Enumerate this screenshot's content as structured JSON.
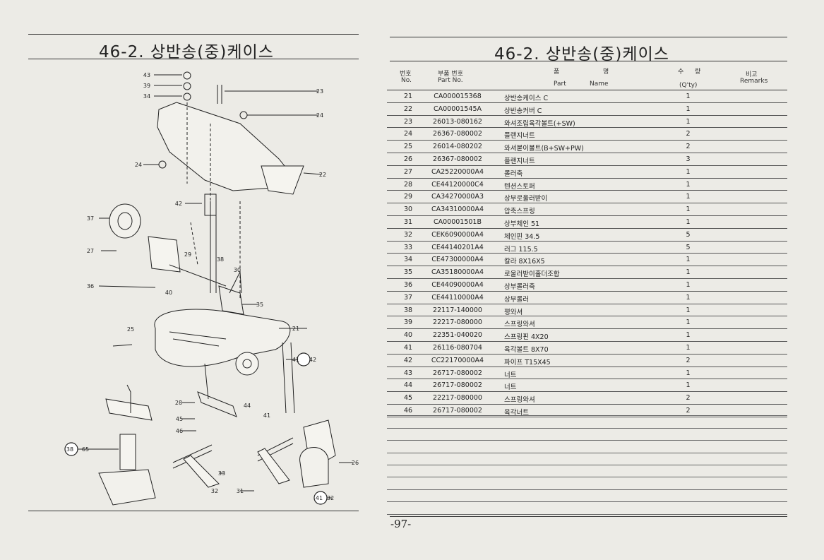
{
  "left_page": {
    "title": "46-2. 상반송(중)케이스"
  },
  "right_page": {
    "title": "46-2. 상반송(중)케이스",
    "page_number": "-97-"
  },
  "table": {
    "headers": {
      "no_ko": "번호",
      "no_en": "No.",
      "part_no_ko": "부품 번호",
      "part_no_en": "Part No.",
      "name_ko_1": "품",
      "name_ko_2": "명",
      "name_en_1": "Part",
      "name_en_2": "Name",
      "qty_ko_1": "수",
      "qty_ko_2": "량",
      "qty_en": "(Q'ty)",
      "remarks_ko": "비고",
      "remarks_en": "Remarks"
    },
    "rows": [
      {
        "no": "21",
        "part_no": "CA000015368",
        "name": "상반송케이스 C",
        "qty": "1"
      },
      {
        "no": "22",
        "part_no": "CA00001545A",
        "name": "상반송커버 C",
        "qty": "1"
      },
      {
        "no": "23",
        "part_no": "26013-080162",
        "name": "와셔조립육각볼트(+SW)",
        "qty": "1"
      },
      {
        "no": "24",
        "part_no": "26367-080002",
        "name": "플랜지너트",
        "qty": "2"
      },
      {
        "no": "25",
        "part_no": "26014-080202",
        "name": "와셔붙이볼트(B+SW+PW)",
        "qty": "2"
      },
      {
        "no": "26",
        "part_no": "26367-080002",
        "name": "플랜지너트",
        "qty": "3"
      },
      {
        "no": "27",
        "part_no": "CA25220000A4",
        "name": "롤러축",
        "qty": "1"
      },
      {
        "no": "28",
        "part_no": "CE44120000C4",
        "name": "텐션스토퍼",
        "qty": "1"
      },
      {
        "no": "29",
        "part_no": "CA34270000A3",
        "name": "상부로울러받이",
        "qty": "1"
      },
      {
        "no": "30",
        "part_no": "CA34310000A4",
        "name": "압축스프링",
        "qty": "1"
      },
      {
        "no": "31",
        "part_no": "CA00001501B",
        "name": "상부체인 51",
        "qty": "1"
      },
      {
        "no": "32",
        "part_no": "CEK6090000A4",
        "name": "체인핀 34.5",
        "qty": "5"
      },
      {
        "no": "33",
        "part_no": "CE44140201A4",
        "name": "러그 115.5",
        "qty": "5"
      },
      {
        "no": "34",
        "part_no": "CE47300000A4",
        "name": "칼라 8X16X5",
        "qty": "1"
      },
      {
        "no": "35",
        "part_no": "CA35180000A4",
        "name": "로울러받이홀더조합",
        "qty": "1"
      },
      {
        "no": "36",
        "part_no": "CE44090000A4",
        "name": "상부롤러축",
        "qty": "1"
      },
      {
        "no": "37",
        "part_no": "CE44110000A4",
        "name": "상부롤러",
        "qty": "1"
      },
      {
        "no": "38",
        "part_no": "22117-140000",
        "name": "평와셔",
        "qty": "1"
      },
      {
        "no": "39",
        "part_no": "22217-080000",
        "name": "스프링와셔",
        "qty": "1"
      },
      {
        "no": "40",
        "part_no": "22351-040020",
        "name": "스프링핀 4X20",
        "qty": "1"
      },
      {
        "no": "41",
        "part_no": "26116-080704",
        "name": "육각볼트 8X70",
        "qty": "1"
      },
      {
        "no": "42",
        "part_no": "CC22170000A4",
        "name": "파이프 T15X45",
        "qty": "2"
      },
      {
        "no": "43",
        "part_no": "26717-080002",
        "name": "너트",
        "qty": "1"
      },
      {
        "no": "44",
        "part_no": "26717-080002",
        "name": "너트",
        "qty": "1"
      },
      {
        "no": "45",
        "part_no": "22217-080000",
        "name": "스프링와셔",
        "qty": "2"
      },
      {
        "no": "46",
        "part_no": "26717-080002",
        "name": "육각너트",
        "qty": "2"
      }
    ]
  },
  "diagram": {
    "callouts": [
      "43",
      "39",
      "34",
      "23",
      "24",
      "24",
      "22",
      "42",
      "37",
      "27",
      "29",
      "38",
      "30",
      "36",
      "40",
      "35",
      "25",
      "21",
      "41",
      "42",
      "28",
      "45",
      "46",
      "44",
      "41",
      "38",
      "65",
      "33",
      "31",
      "32",
      "26",
      "41",
      "32"
    ]
  }
}
